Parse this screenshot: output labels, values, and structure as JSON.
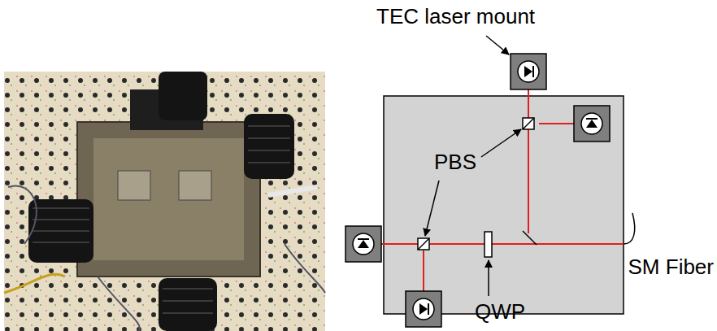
{
  "diagram": {
    "labels": [
      "TEC laser mount",
      "PBS",
      "QWP",
      "SM Fiber"
    ]
  }
}
